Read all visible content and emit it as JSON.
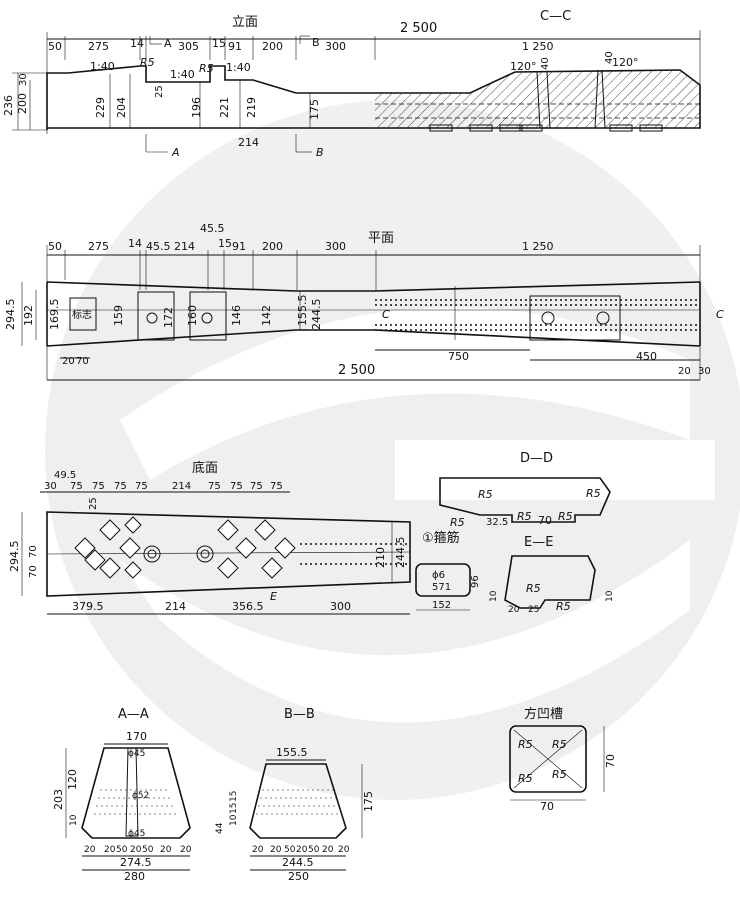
{
  "titles": {
    "elevation": "立面",
    "plan": "平面",
    "bottom": "底面",
    "section_cc": "C—C",
    "section_dd": "D—D",
    "section_ee": "E—E",
    "section_aa": "A—A",
    "section_bb": "B—B",
    "groove": "方凹槽",
    "stirrup": "①箍筋",
    "plan_label": "标志"
  },
  "elevation": {
    "top_dims": [
      "50",
      "275",
      "14",
      "305",
      "15",
      "91",
      "200",
      "300",
      "1 250"
    ],
    "overall": "2 500",
    "heights": [
      "236",
      "200",
      "30",
      "229",
      "204",
      "25",
      "196",
      "221",
      "219",
      "175"
    ],
    "slopes": [
      "1:40",
      "1:40",
      "1:40"
    ],
    "radii": [
      "R5",
      "R5"
    ],
    "bottom_dim": "214",
    "cut_a": "A",
    "cut_b": "B",
    "angles": [
      "120°",
      "120°"
    ],
    "angle_dims": [
      "40",
      "40"
    ]
  },
  "plan": {
    "top_dims": [
      "50",
      "275",
      "14",
      "45.5",
      "214",
      "45.5",
      "15",
      "91",
      "200",
      "300",
      "1 250"
    ],
    "widths": [
      "294.5",
      "192",
      "169.5",
      "159",
      "172",
      "160",
      "146",
      "142",
      "155.5",
      "244.5"
    ],
    "bottom_dims": [
      "20",
      "70",
      "750",
      "450",
      "20",
      "30"
    ],
    "overall": "2 500",
    "cut_c": "C"
  },
  "bottom": {
    "top_dims": [
      "49.5",
      "30",
      "75",
      "75",
      "75",
      "75",
      "214",
      "75",
      "75",
      "75",
      "75"
    ],
    "left_dims": [
      "294.5",
      "70",
      "70",
      "25"
    ],
    "right_dims": [
      "210",
      "244.5"
    ],
    "bottom_dims": [
      "379.5",
      "214",
      "356.5",
      "300"
    ],
    "cut_e": "E"
  },
  "section_dd": {
    "radii": [
      "R5",
      "R5",
      "R5",
      "R5",
      "R5"
    ],
    "dims": [
      "32.5",
      "70"
    ]
  },
  "stirrup_detail": {
    "bar": "ϕ6",
    "length": "571",
    "dims": [
      "152",
      "96"
    ]
  },
  "section_ee": {
    "radii": [
      "R5",
      "R5"
    ],
    "dims": [
      "20",
      "25",
      "10",
      "10"
    ]
  },
  "section_aa": {
    "dims": [
      "170",
      "ϕ45",
      "ϕ52",
      "ϕ45",
      "203",
      "120",
      "10",
      "20",
      "20",
      "50",
      "20",
      "50",
      "20",
      "20",
      "274.5",
      "280"
    ]
  },
  "section_bb": {
    "dims": [
      "155.5",
      "175",
      "44",
      "10",
      "15",
      "15",
      "20",
      "20",
      "50",
      "20",
      "50",
      "20",
      "20",
      "244.5",
      "250"
    ]
  },
  "groove": {
    "radii": [
      "R5",
      "R5",
      "R5",
      "R5"
    ],
    "dims": [
      "70",
      "70"
    ]
  }
}
